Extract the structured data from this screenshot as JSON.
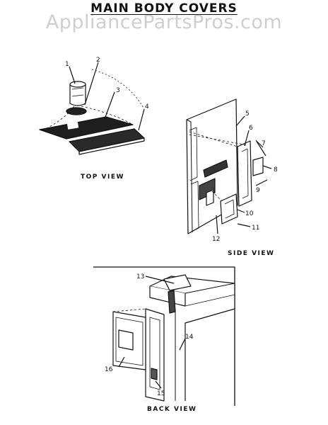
{
  "title": "MAIN BODY COVERS",
  "watermark": "AppliancePartsPros.com",
  "views": {
    "top": "TOP VIEW",
    "side": "SIDE VIEW",
    "back": "BACK VIEW"
  },
  "callouts": {
    "c1": "1",
    "c2": "2",
    "c3": "3",
    "c4": "4",
    "c5": "5",
    "c6": "6",
    "c7": "7",
    "c8": "8",
    "c9": "9",
    "c10": "10",
    "c11": "11",
    "c12": "12",
    "c13": "13",
    "c14": "14",
    "c15": "15",
    "c16": "16"
  }
}
